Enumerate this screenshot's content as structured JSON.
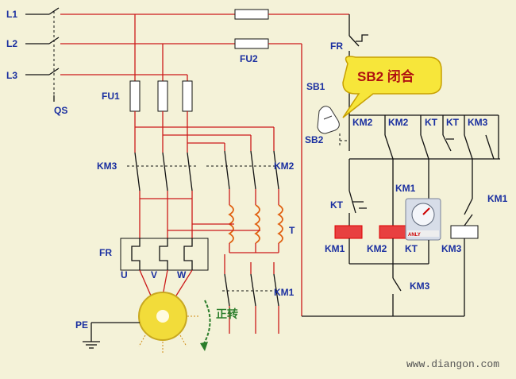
{
  "diagram": {
    "line_labels": {
      "l1": "L1",
      "l2": "L2",
      "l3": "L3"
    },
    "switch": {
      "qs": "QS"
    },
    "fuses": {
      "fu1": "FU1",
      "fu2": "FU2"
    },
    "main_labels": {
      "km3_left": "KM3",
      "km2_main": "KM2",
      "km1_bottom": "KM1",
      "transformer": "T",
      "fr_left": "FR",
      "u": "U",
      "v": "V",
      "w": "W",
      "pe": "PE",
      "rotation": "正转"
    },
    "control_labels": {
      "fr": "FR",
      "sb1": "SB1",
      "sb2": "SB2",
      "km2_a": "KM2",
      "km2_b": "KM2",
      "kt_a": "KT",
      "kt_b": "KT",
      "km3_top": "KM3",
      "km1_mid": "KM1",
      "kt_contact": "KT",
      "km1_right": "KM1",
      "coil_km1": "KM1",
      "coil_km2": "KM2",
      "coil_kt": "KT",
      "coil_km3": "KM3",
      "km3_bottom": "KM3"
    },
    "callout": "SB2 闭合",
    "timer_brand": "ANLY",
    "watermark": "www.diangon.com",
    "colors": {
      "power_wire": "#cc1a1a",
      "control_wire": "#111111",
      "label": "#1a2fa0",
      "callout": "#f7e63a",
      "coil": "#e06010",
      "motor": "#f2dc3a"
    }
  }
}
